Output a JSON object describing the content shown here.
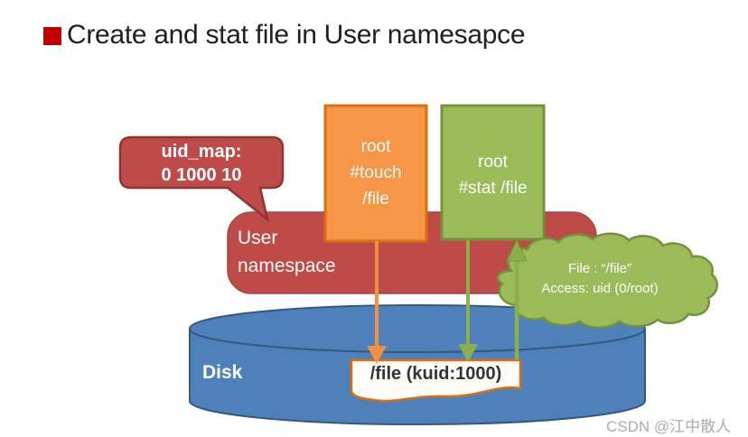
{
  "title": {
    "text": "Create and stat file in User namesapce"
  },
  "icons": {
    "title_bullet": "red-square"
  },
  "colors": {
    "bullet_red": "#c00000",
    "brick_red": "#be4b48",
    "brick_red_border": "#8e3432",
    "orange": "#f79646",
    "orange_border": "#e06d0c",
    "green": "#9bbb59",
    "green_border": "#74923e",
    "blue": "#4e81bc",
    "blue_border": "#35597e",
    "arrow_orange": "#f0913f",
    "arrow_green": "#8cae4b"
  },
  "diagram": {
    "uid_map_callout": {
      "line1": "uid_map:",
      "line2": "0 1000 10"
    },
    "touch_process_box": {
      "line1": "root",
      "line2": "#touch",
      "line3": "/file"
    },
    "stat_process_box": {
      "line1": "root",
      "line2": "#stat /file"
    },
    "user_namespace_box": {
      "line1": "User",
      "line2": "namespace"
    },
    "access_result_cloud": {
      "line1": "File : “/file”",
      "line2": "Access: uid (0/root)"
    },
    "disk": {
      "label": "Disk"
    },
    "file_node": {
      "label": "/file (kuid:1000)"
    }
  },
  "watermark": {
    "text": "CSDN @江中散人"
  }
}
